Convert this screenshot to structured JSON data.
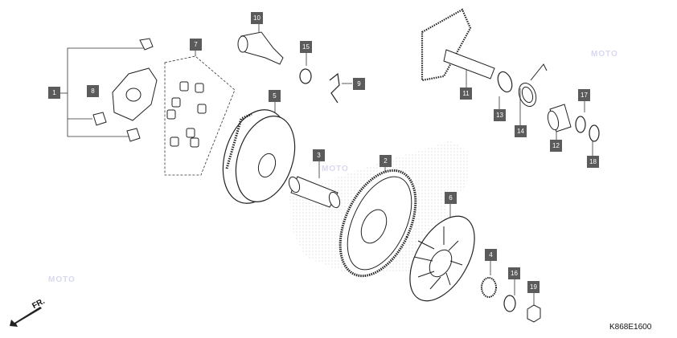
{
  "diagram_code": "K868E1600",
  "direction_label": "FR.",
  "watermark_text": "MOTO",
  "colors": {
    "callout_bg": "#5b5b5b",
    "line": "#222222",
    "watermark": "#d9d9ef"
  },
  "callouts": [
    "1",
    "2",
    "3",
    "4",
    "5",
    "6",
    "7",
    "8",
    "9",
    "10",
    "11",
    "12",
    "13",
    "14",
    "15",
    "16",
    "17",
    "18",
    "19"
  ]
}
